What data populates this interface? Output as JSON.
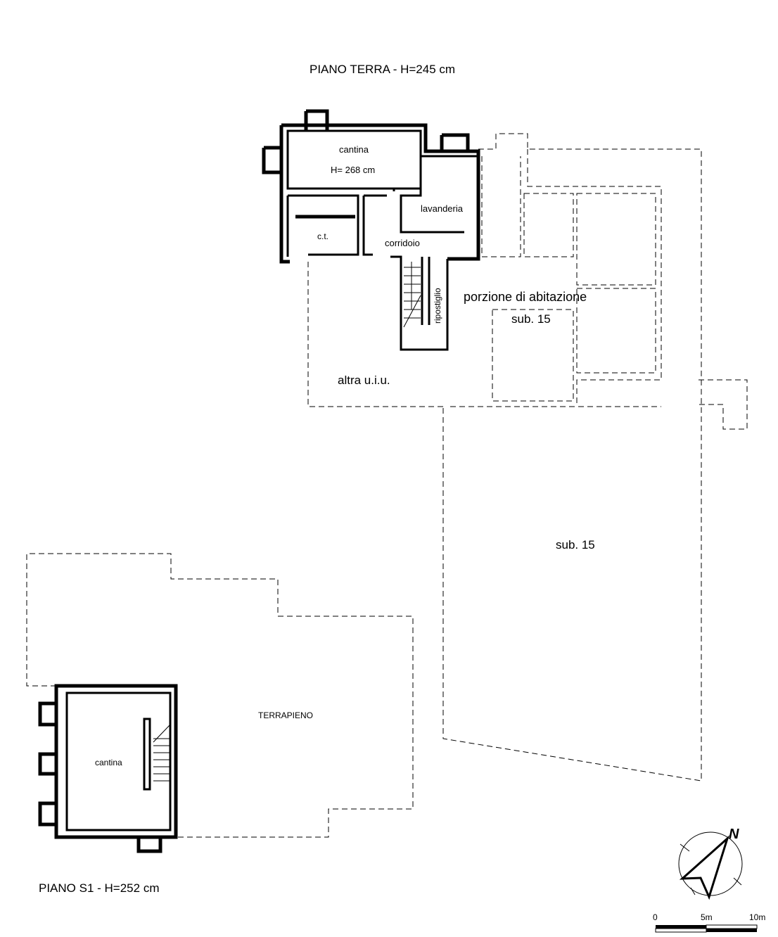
{
  "ground_floor": {
    "title": "PIANO TERRA - H=245 cm",
    "rooms": {
      "cantina": "cantina",
      "cantina_height": "H= 268 cm",
      "lavanderia": "lavanderia",
      "ct": "c.t.",
      "corridoio": "corridoio",
      "ripostiglio": "ripostiglio",
      "porzione": "porzione di abitazione",
      "porzione_sub": "sub. 15",
      "altra": "altra u.i.u.",
      "garden_sub": "sub. 15"
    }
  },
  "basement": {
    "title": "PIANO S1 - H=252 cm",
    "cantina": "cantina",
    "terrapieno": "TERRAPIENO"
  },
  "compass": {
    "north_label": "N"
  },
  "scale": {
    "labels": [
      "0",
      "5m",
      "10m"
    ]
  }
}
